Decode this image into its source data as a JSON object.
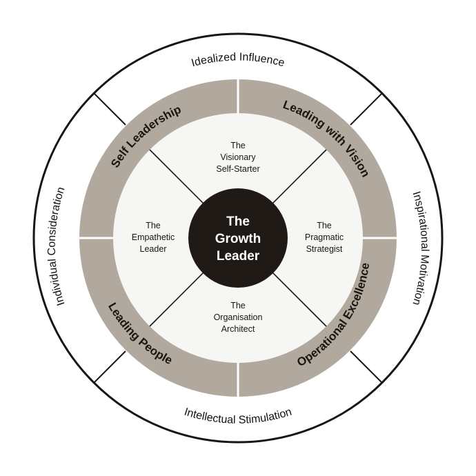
{
  "colors": {
    "outer_ring_fill": "#ffffff",
    "outer_ring_stroke": "#1a1511",
    "band_fill": "#b1a99e",
    "inner_fill": "#f6f6f5",
    "center_fill": "#1f1a16",
    "divider": "#1a1511",
    "separator": "#ffffff"
  },
  "outer_ring": {
    "top": "Idealized Influence",
    "right": "Inspirational Motivation",
    "bottom": "Intellectual Stimulation",
    "left": "Individual Consideration"
  },
  "band": {
    "top_left": "Self Leadership",
    "top_right": "Leading with Vision",
    "bottom_right": "Operational Excellence",
    "bottom_left": "Leading People"
  },
  "inner": {
    "top": [
      "The",
      "Visionary",
      "Self-Starter"
    ],
    "right": [
      "The",
      "Pragmatic",
      "Strategist"
    ],
    "bottom": [
      "The",
      "Organisation",
      "Architect"
    ],
    "left": [
      "The",
      "Empathetic",
      "Leader"
    ]
  },
  "center": [
    "The",
    "Growth",
    "Leader"
  ]
}
